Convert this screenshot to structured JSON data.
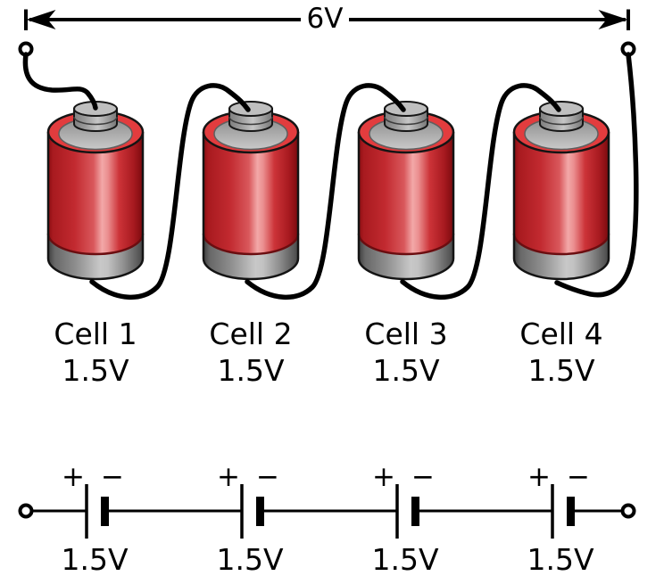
{
  "figure": {
    "total_voltage_label": "6V",
    "cells": [
      {
        "name": "Cell 1",
        "voltage": "1.5V"
      },
      {
        "name": "Cell 2",
        "voltage": "1.5V"
      },
      {
        "name": "Cell 3",
        "voltage": "1.5V"
      },
      {
        "name": "Cell 4",
        "voltage": "1.5V"
      }
    ],
    "schematic": {
      "plus_label": "+",
      "minus_label": "−",
      "batteries": [
        {
          "voltage": "1.5V"
        },
        {
          "voltage": "1.5V"
        },
        {
          "voltage": "1.5V"
        },
        {
          "voltage": "1.5V"
        }
      ]
    },
    "colors": {
      "background": "#ffffff",
      "battery_red": "#c62a2e",
      "battery_highlight": "#f2a8a8",
      "battery_base_gray": "#9a9a9a",
      "battery_top_ring_red": "#e23c3e",
      "cap_gray": "#bfbfbf",
      "wire_black": "#000000"
    }
  }
}
